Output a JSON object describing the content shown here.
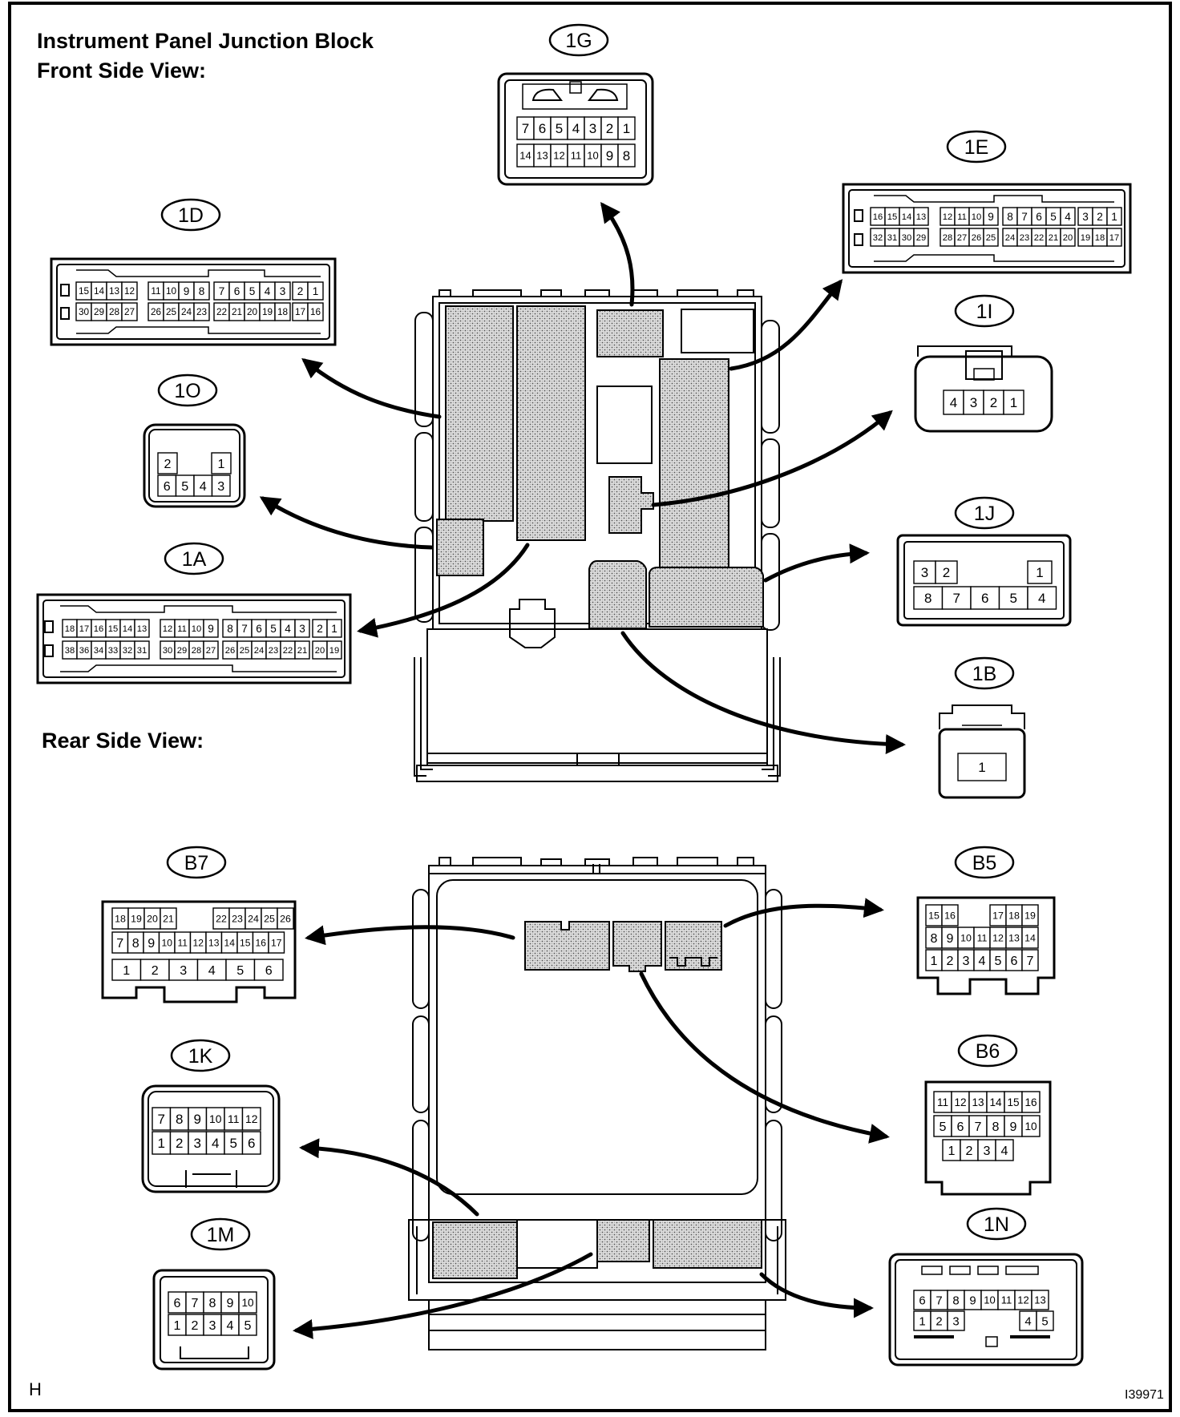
{
  "title": {
    "line1": "Instrument Panel Junction Block",
    "line2": "Front Side View:"
  },
  "rear_title": "Rear Side View:",
  "corner_left": "H",
  "corner_right": "I39971",
  "connectors": {
    "1G": {
      "label": "1G",
      "rows": [
        [
          "7",
          "6",
          "5",
          "4",
          "3",
          "2",
          "1"
        ],
        [
          "14",
          "13",
          "12",
          "11",
          "10",
          "9",
          "8"
        ]
      ]
    },
    "1E": {
      "label": "1E",
      "rows": [
        [
          "16",
          "15",
          "14",
          "13",
          "12",
          "11",
          "10",
          "9",
          "8",
          "7",
          "6",
          "5",
          "4",
          "3",
          "2",
          "1"
        ],
        [
          "32",
          "31",
          "30",
          "29",
          "28",
          "27",
          "26",
          "25",
          "24",
          "23",
          "22",
          "21",
          "20",
          "19",
          "18",
          "17"
        ]
      ]
    },
    "1D": {
      "label": "1D",
      "rows": [
        [
          "15",
          "14",
          "13",
          "12",
          "11",
          "10",
          "9",
          "8",
          "7",
          "6",
          "5",
          "4",
          "3",
          "2",
          "1"
        ],
        [
          "30",
          "29",
          "28",
          "27",
          "26",
          "25",
          "24",
          "23",
          "22",
          "21",
          "20",
          "19",
          "18",
          "17",
          "16"
        ]
      ]
    },
    "1I": {
      "label": "1I",
      "rows": [
        [
          "4",
          "3",
          "2",
          "1"
        ]
      ]
    },
    "1O": {
      "label": "1O",
      "rows": [
        [
          "2",
          "1"
        ],
        [
          "6",
          "5",
          "4",
          "3"
        ]
      ]
    },
    "1J": {
      "label": "1J",
      "rows": [
        [
          "3",
          "2",
          "1"
        ],
        [
          "8",
          "7",
          "6",
          "5",
          "4"
        ]
      ]
    },
    "1A": {
      "label": "1A",
      "rows": [
        [
          "18",
          "17",
          "16",
          "15",
          "14",
          "13",
          "12",
          "11",
          "10",
          "9",
          "8",
          "7",
          "6",
          "5",
          "4",
          "3",
          "2",
          "1"
        ],
        [
          "38",
          "36",
          "34",
          "33",
          "32",
          "31",
          "30",
          "29",
          "28",
          "27",
          "26",
          "25",
          "24",
          "23",
          "22",
          "21",
          "20",
          "19"
        ]
      ]
    },
    "1B": {
      "label": "1B",
      "rows": [
        [
          "1"
        ]
      ]
    },
    "B7": {
      "label": "B7",
      "rows": [
        [
          "18",
          "19",
          "20",
          "21",
          "22",
          "23",
          "24",
          "25",
          "26"
        ],
        [
          "7",
          "8",
          "9",
          "10",
          "11",
          "12",
          "13",
          "14",
          "15",
          "16",
          "17"
        ],
        [
          "1",
          "2",
          "3",
          "4",
          "5",
          "6"
        ]
      ]
    },
    "B5": {
      "label": "B5",
      "rows": [
        [
          "15",
          "16",
          "17",
          "18",
          "19"
        ],
        [
          "8",
          "9",
          "10",
          "11",
          "12",
          "13",
          "14"
        ],
        [
          "1",
          "2",
          "3",
          "4",
          "5",
          "6",
          "7"
        ]
      ]
    },
    "1K": {
      "label": "1K",
      "rows": [
        [
          "7",
          "8",
          "9",
          "10",
          "11",
          "12"
        ],
        [
          "1",
          "2",
          "3",
          "4",
          "5",
          "6"
        ]
      ]
    },
    "B6": {
      "label": "B6",
      "rows": [
        [
          "11",
          "12",
          "13",
          "14",
          "15",
          "16"
        ],
        [
          "5",
          "6",
          "7",
          "8",
          "9",
          "10"
        ],
        [
          "1",
          "2",
          "3",
          "4"
        ]
      ]
    },
    "1M": {
      "label": "1M",
      "rows": [
        [
          "6",
          "7",
          "8",
          "9",
          "10"
        ],
        [
          "1",
          "2",
          "3",
          "4",
          "5"
        ]
      ]
    },
    "1N": {
      "label": "1N",
      "rows": [
        [
          "6",
          "7",
          "8",
          "9",
          "10",
          "11",
          "12",
          "13"
        ],
        [
          "1",
          "2",
          "3",
          "4",
          "5"
        ]
      ]
    }
  }
}
